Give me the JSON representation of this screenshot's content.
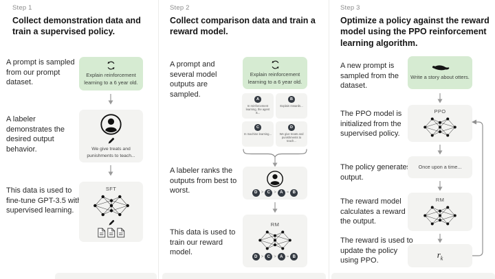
{
  "colors": {
    "prompt_green": "#d6ebd2",
    "box_gray": "#f3f3f1",
    "rank_circle": "#343a42",
    "arrow_gray": "#999999",
    "network_ink": "#1a1a1a"
  },
  "icons": {
    "sampling_icon": "refresh-cycle-icon",
    "labeler_icon": "person-icon",
    "edit_icon": "pencil-icon",
    "model_icon": "neural-network-icon",
    "docs_icon": "documents-icon",
    "otter_icon": "otter-icon",
    "down_arrow": "arrow-down-icon",
    "loop_arrow": "feedback-loop-arrow-icon",
    "brace": "curly-brace-icon"
  },
  "figure": {
    "columns": [
      {
        "step": "Step 1",
        "title": "Collect demonstration data and train a supervised policy.",
        "captions": [
          "A prompt is sampled from our prompt dataset.",
          "A labeler demonstrates the desired output behavior.",
          "This data is used to fine-tune GPT-3.5 with supervised learning."
        ],
        "prompt_box": {
          "text": "Explain reinforcement learning to a 6 year old."
        },
        "labeler_box": {
          "text": "We give treats and punishments to teach..."
        },
        "model_box": {
          "label": "SFT"
        }
      },
      {
        "step": "Step 2",
        "title": "Collect comparison data and train a reward model.",
        "captions": [
          "A prompt and several model outputs are sampled.",
          "A labeler ranks the outputs from best to worst.",
          "This data is used to train our reward model."
        ],
        "prompt_box": {
          "text": "Explain reinforcement learning to a 6 year old."
        },
        "outputs": [
          {
            "letter": "A",
            "text": "In reinforcement learning, the agent is..."
          },
          {
            "letter": "B",
            "text": "Explain rewards..."
          },
          {
            "letter": "C",
            "text": "In machine learning..."
          },
          {
            "letter": "D",
            "text": "We give treats and punishments to teach..."
          }
        ],
        "ranking": {
          "letters": [
            "D",
            "C",
            "A",
            "B"
          ],
          "separators": [
            ">",
            ">",
            "="
          ]
        },
        "model_box": {
          "label": "RM"
        }
      },
      {
        "step": "Step 3",
        "title": "Optimize a policy against the reward model using the PPO reinforcement learning algorithm.",
        "captions": [
          "A new prompt is sampled from the dataset.",
          "The PPO model is initialized from the supervised policy.",
          "The policy generates an output.",
          "The reward model calculates a reward for the output.",
          "The reward is used to update the policy using PPO."
        ],
        "prompt_box": {
          "text": "Write a story about otters."
        },
        "ppo_box": {
          "label": "PPO"
        },
        "output_box": {
          "text": "Once upon a time..."
        },
        "rm_box": {
          "label": "RM"
        },
        "reward_box": {
          "base": "r",
          "subscript": "k"
        }
      }
    ]
  }
}
